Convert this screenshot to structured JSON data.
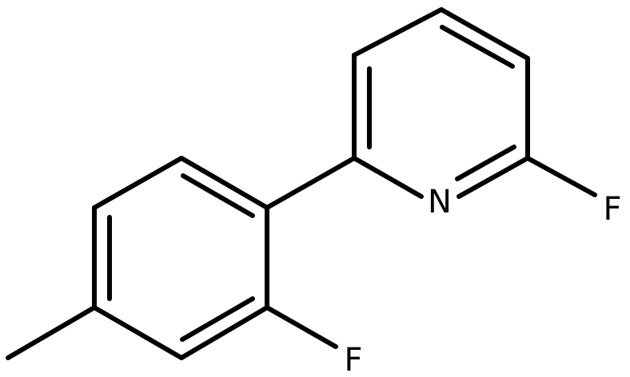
{
  "diagram": {
    "type": "skeletal-structure",
    "atoms": {
      "pyridine_n": "N",
      "pyridine_f": "F",
      "phenyl_f": "F"
    },
    "colors": {
      "background": "#ffffff",
      "bond": "#000000",
      "label": "#000000"
    }
  }
}
